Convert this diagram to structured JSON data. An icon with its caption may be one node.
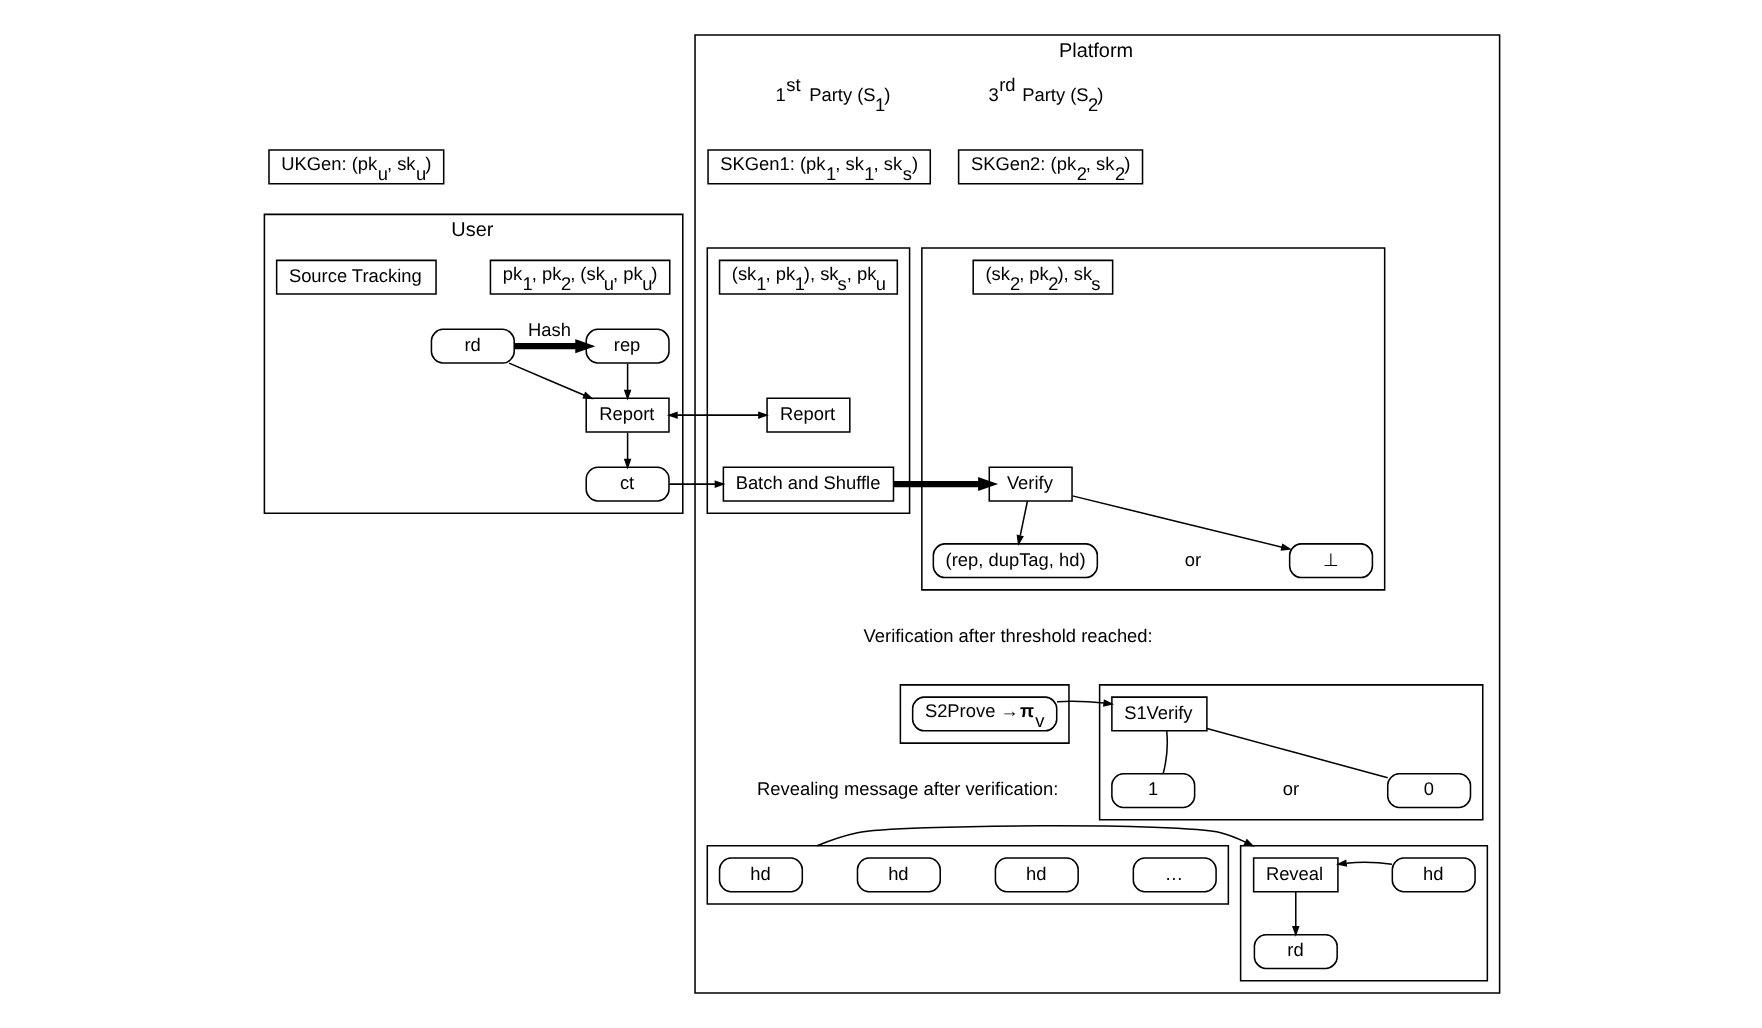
{
  "diagram": {
    "nodes": [
      {
        "text": [
          "UKGen: (pk$_{u}$, sk$_{u}$)"
        ]
      },
      {
        "text": [
          "User"
        ]
      },
      {
        "text": [
          "Source Tracking"
        ],
        "in": 1
      },
      {
        "text": [
          "pk$_{1}$, pk$_{2}$, (sk$_{u}$, pk$_{u}$)"
        ],
        "in": 1
      },
      {
        "text": [
          "rd"
        ],
        "in": 1
      },
      {
        "text": [
          "rep"
        ],
        "in": 1
      },
      {
        "text": [
          "Report"
        ],
        "in": 1
      },
      {
        "text": [
          "ct"
        ],
        "in": 1
      },
      {
        "text": [
          "Platform"
        ]
      },
      {
        "text": [
          "SKGen1: (pk$_{1}$, sk$_{1}$, sk$_{s}$)"
        ],
        "in": 8
      },
      {
        "text": [],
        "shape": "box",
        "in": 8
      },
      {
        "text": [
          "(sk$_{1}$, pk$_{1}$), sk$_{s}$, pk$_{u}$"
        ],
        "in": 10
      },
      {
        "text": [
          "Report"
        ],
        "in": 10
      },
      {
        "text": [
          "Batch and Shuffle"
        ],
        "in": 10
      },
      {
        "text": [
          "SKGen2: (pk$_{2}$, sk$_{2}$)"
        ],
        "in": 8
      },
      {
        "text": [],
        "shape": "box",
        "in": 8
      },
      {
        "text": [
          "(sk$_{2}$, pk$_{2}$), sk$_{s}$"
        ],
        "in": 15
      },
      {
        "text": [
          "Verify"
        ],
        "in": 15
      },
      {
        "text": [
          "(rep, dupTag, hd)"
        ],
        "in": 15
      },
      {
        "text": [
          "⊥"
        ],
        "in": 15
      },
      {
        "text": [],
        "shape": "box",
        "in": 8
      },
      {
        "text": [
          "S1Verify"
        ],
        "in": 20
      },
      {
        "text": [
          "1"
        ],
        "in": 20
      },
      {
        "text": [
          "0"
        ],
        "in": 20
      },
      {
        "text": [],
        "shape": "box",
        "in": 8
      },
      {
        "text": [
          "S2Prove →**π**$_{v}$"
        ],
        "in": 24
      },
      {
        "text": [],
        "shape": "box",
        "in": 8
      },
      {
        "text": [
          "Reveal"
        ],
        "in": 26
      },
      {
        "text": [
          "hd"
        ],
        "in": 26
      },
      {
        "text": [
          "rd"
        ],
        "in": 26
      },
      {
        "text": [],
        "shape": "box",
        "in": 8
      },
      {
        "text": [
          "hd"
        ],
        "in": 30
      },
      {
        "text": [
          "hd"
        ],
        "in": 30
      },
      {
        "text": [
          "hd"
        ],
        "in": 30
      },
      {
        "text": [
          "…"
        ],
        "in": 30
      }
    ],
    "edges": [
      {
        "from": 4,
        "to": 5,
        "arrow": "to",
        "label": "Hash",
        "style": "thick"
      },
      {
        "from": 5,
        "to": 6,
        "arrow": "to"
      },
      {
        "from": 4,
        "to": 6,
        "arrow": "to"
      },
      {
        "from": 6,
        "to": 12,
        "arrow": "to"
      },
      {
        "from": 12,
        "to": 6,
        "arrow": "to"
      },
      {
        "from": 6,
        "to": 7,
        "arrow": "to"
      },
      {
        "from": 7,
        "to": 13,
        "arrow": "to"
      },
      {
        "from": 13,
        "to": 17,
        "arrow": "to",
        "style": "thick"
      },
      {
        "from": 17,
        "to": 18,
        "arrow": "to"
      },
      {
        "from": 17,
        "to": 19,
        "arrow": "to"
      },
      {
        "from": 21,
        "to": 22,
        "arrow": "none"
      },
      {
        "from": 21,
        "to": 23,
        "arrow": "none"
      },
      {
        "from": 25,
        "to": 21,
        "arrow": "to"
      },
      {
        "from": 28,
        "to": 27,
        "arrow": "to"
      },
      {
        "from": 30,
        "to": 26,
        "arrow": "to"
      },
      {
        "from": 27,
        "to": 29,
        "arrow": "to"
      }
    ],
    "labels": [
      "1$^{st}$ Party (S$_{1}$)",
      "3$^{rd}$ Party (S$_{2}$)",
      "or",
      "Verification after threshold reached:",
      "or",
      "Revealing message after verification:"
    ]
  }
}
